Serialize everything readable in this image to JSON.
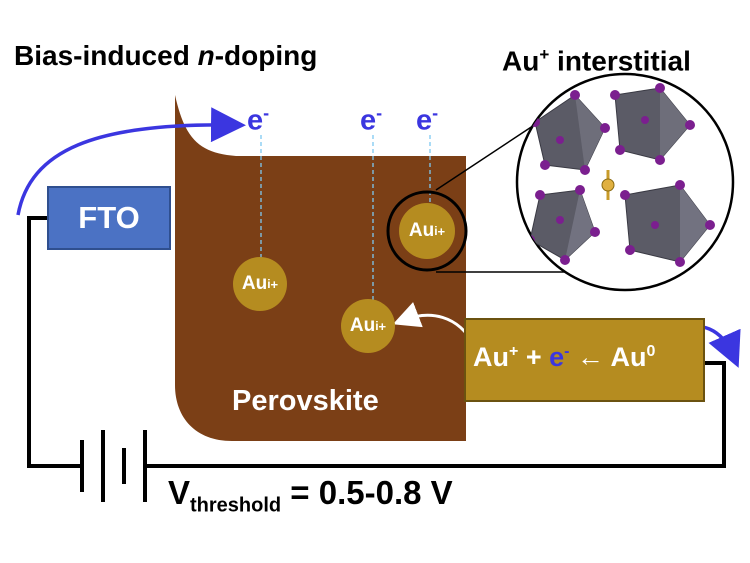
{
  "title_left": {
    "prefix": "Bias-induced ",
    "italic": "n",
    "suffix": "-doping"
  },
  "title_right": {
    "base": "Au",
    "sup": "+",
    "rest": " interstitial"
  },
  "fto_label": "FTO",
  "perovskite_label": "Perovskite",
  "electrons": [
    {
      "base": "e",
      "sup": "-"
    },
    {
      "base": "e",
      "sup": "-"
    },
    {
      "base": "e",
      "sup": "-"
    }
  ],
  "ions": [
    {
      "base": "Au",
      "sub": "i",
      "sup": "+"
    },
    {
      "base": "Au",
      "sub": "i",
      "sup": "+"
    },
    {
      "base": "Au",
      "sub": "i",
      "sup": "+"
    }
  ],
  "au_reaction": {
    "part1": "Au",
    "part1_sup": "+",
    "plus": " + ",
    "electron": "e",
    "electron_sup": "-",
    "arrow": " ← ",
    "part2": "Au",
    "part2_sup": "0"
  },
  "threshold": {
    "base": "V",
    "sub": "threshold",
    "value": " = 0.5-0.8 V"
  },
  "colors": {
    "perovskite": "#7b3f16",
    "gold": "#b58c20",
    "fto": "#4b72c4",
    "electron_blue": "#3b36e0",
    "crystal_purple": "#7b1f8f",
    "octahedron_gray": "#555560"
  }
}
